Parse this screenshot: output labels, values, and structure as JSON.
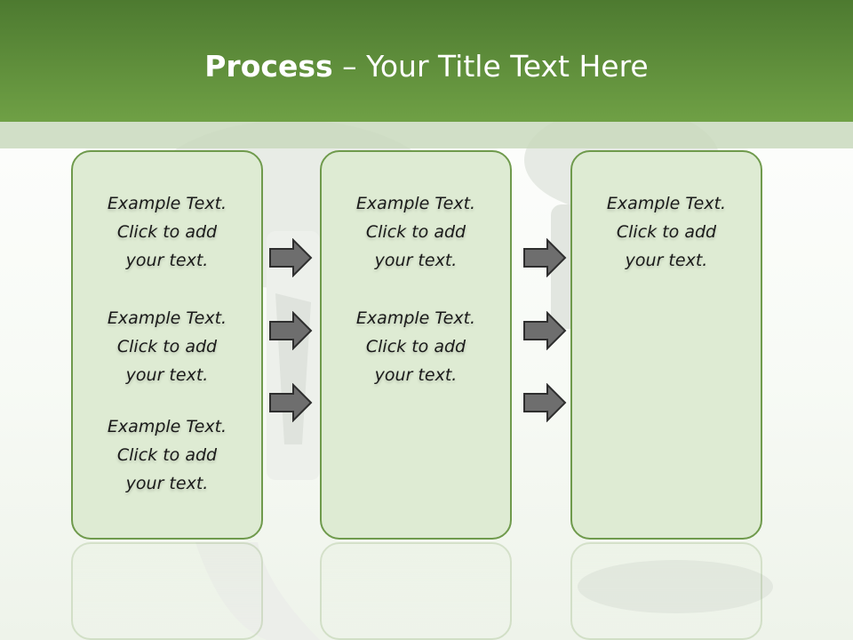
{
  "title": {
    "bold": "Process",
    "rest": "  – Your Title Text Here"
  },
  "columns": [
    {
      "items": [
        {
          "line1": "Example Text.",
          "line2": "Click  to add",
          "line3": "your text."
        },
        {
          "line1": "Example Text.",
          "line2": "Click  to add",
          "line3": "your text."
        },
        {
          "line1": "Example Text.",
          "line2": "Click  to add",
          "line3": "your text."
        }
      ]
    },
    {
      "items": [
        {
          "line1": "Example Text.",
          "line2": "Click  to add",
          "line3": "your text."
        },
        {
          "line1": "Example Text.",
          "line2": "Click  to add",
          "line3": "your text."
        }
      ]
    },
    {
      "items": [
        {
          "line1": "Example Text.",
          "line2": "Click  to add",
          "line3": "your text."
        }
      ]
    }
  ],
  "colors": {
    "header_top": "#4d7a30",
    "header_bottom": "#6fa045",
    "box_fill": "#deebd3",
    "box_border": "#6f9a4c",
    "arrow_fill": "#6e6e6e"
  },
  "icons": {
    "arrow": "right-arrow-icon"
  }
}
